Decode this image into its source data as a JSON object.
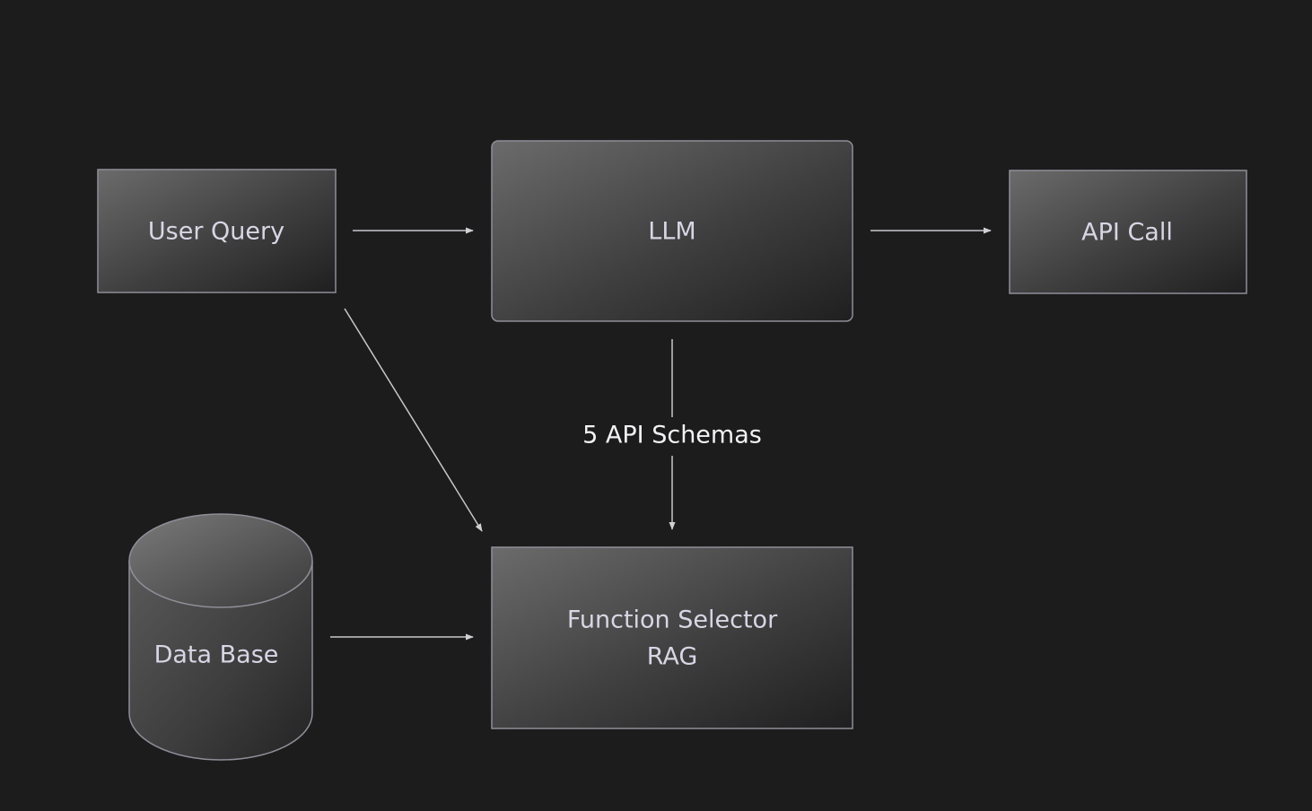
{
  "nodes": {
    "user_query": {
      "label": "User Query"
    },
    "llm": {
      "label": "LLM"
    },
    "api_call": {
      "label": "API Call"
    },
    "function_selector": {
      "line1": "Function Selector",
      "line2": "RAG"
    },
    "database": {
      "label": "Data Base"
    }
  },
  "edges": {
    "llm_to_selector": {
      "label": "5 API Schemas"
    }
  },
  "colors": {
    "background": "#1c1c1d",
    "node_border": "#8e8e98",
    "node_text": "#d8d6e4",
    "edge_stroke": "#c8c8cc"
  }
}
